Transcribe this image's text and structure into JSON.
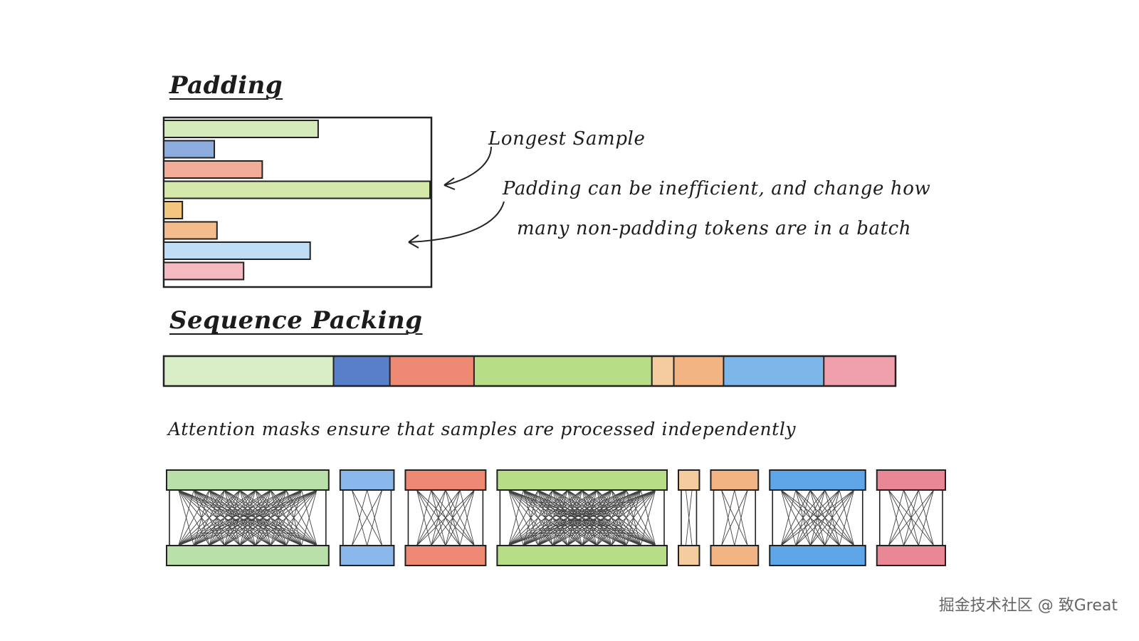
{
  "padding": {
    "title": "Padding",
    "samples": [
      {
        "color": "#cfe8b4",
        "length": 0.58
      },
      {
        "color": "#7fa3d9",
        "length": 0.19
      },
      {
        "color": "#f2a38f",
        "length": 0.37
      },
      {
        "color": "#cfe6a0",
        "length": 1.0
      },
      {
        "color": "#f0c070",
        "length": 0.07
      },
      {
        "color": "#f3b57f",
        "length": 0.2
      },
      {
        "color": "#b8d9f3",
        "length": 0.55
      },
      {
        "color": "#f4b3b8",
        "length": 0.3
      }
    ]
  },
  "annotations": {
    "longest_sample": "Longest Sample",
    "inefficient_line1": "Padding can be inefficient, and change how",
    "inefficient_line2": "many non-padding tokens are in a batch"
  },
  "packing": {
    "title": "Sequence Packing",
    "segments": [
      {
        "color": "#d9edc6",
        "weight": 0.232
      },
      {
        "color": "#5a7fc9",
        "weight": 0.077
      },
      {
        "color": "#ee8a74",
        "weight": 0.115
      },
      {
        "color": "#b7dd86",
        "weight": 0.243
      },
      {
        "color": "#f5cba0",
        "weight": 0.03
      },
      {
        "color": "#f3b483",
        "weight": 0.068
      },
      {
        "color": "#7db7ea",
        "weight": 0.137
      },
      {
        "color": "#f0a0ab",
        "weight": 0.098
      }
    ]
  },
  "attention": {
    "caption": "Attention masks ensure that samples are processed independently",
    "blocks": [
      {
        "color": "#b9e0a8",
        "weight": 0.232
      },
      {
        "color": "#8ab8ec",
        "weight": 0.077
      },
      {
        "color": "#ee8a74",
        "weight": 0.115
      },
      {
        "color": "#b7dd86",
        "weight": 0.243
      },
      {
        "color": "#f5cba0",
        "weight": 0.03
      },
      {
        "color": "#f3b483",
        "weight": 0.068
      },
      {
        "color": "#5ea6e8",
        "weight": 0.137
      },
      {
        "color": "#e98796",
        "weight": 0.098
      }
    ]
  },
  "watermark": "掘金技术社区 @ 致Great"
}
